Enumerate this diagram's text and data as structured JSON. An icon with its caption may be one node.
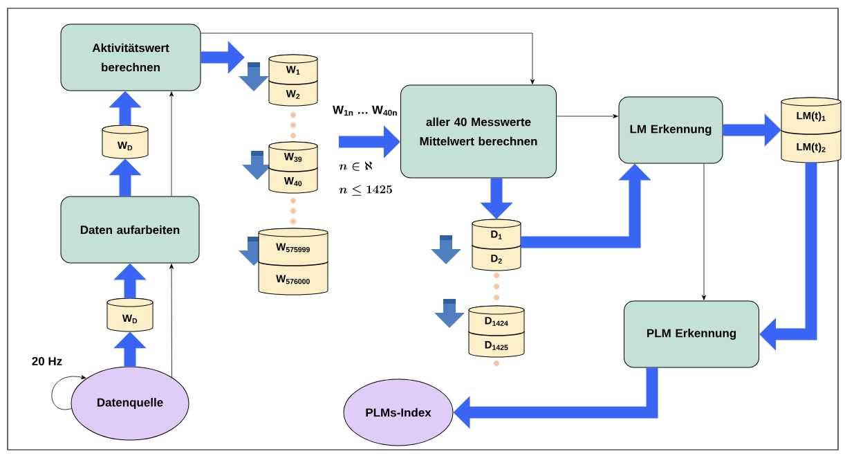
{
  "diagram": {
    "nodes": [
      {
        "text": [
          "Aktivitätswert berechnen"
        ]
      },
      {
        "text": [
          "W$_{D}$"
        ]
      },
      {
        "text": [
          "Daten aufarbeiten"
        ]
      },
      {
        "text": [
          "W$_{D}$"
        ]
      },
      {
        "text": [
          "Datenquelle"
        ]
      },
      {
        "text": [
          "W$_{1}$",
          "W$_{2}$"
        ]
      },
      {
        "text": [
          "W$_{39}$",
          "W$_{40}$"
        ]
      },
      {
        "text": [
          "W$_{575999}$",
          "W$_{576000}$"
        ]
      },
      {
        "text": [
          "aller 40 Messwerte Mittelwert berechnen"
        ]
      },
      {
        "text": [
          "LM Erkennung"
        ]
      },
      {
        "text": [
          "LM(t)$_{1}$",
          "LM(t)$_{2}$"
        ]
      },
      {
        "text": [
          "D$_{1}$",
          "D$_{2}$"
        ]
      },
      {
        "text": [
          "D$_{1424}$",
          "D$_{1425}$"
        ]
      },
      {
        "text": [
          "PLM Erkennung"
        ]
      },
      {
        "text": [
          "PLMs-Index"
        ]
      }
    ],
    "edges": [
      {
        "from": 4,
        "to": 3,
        "arrow": "to"
      },
      {
        "from": 3,
        "to": 2,
        "arrow": "to"
      },
      {
        "from": 2,
        "to": 1,
        "arrow": "to"
      },
      {
        "from": 1,
        "to": 0,
        "arrow": "to"
      },
      {
        "from": 0,
        "to": 5,
        "arrow": "to"
      },
      {
        "from": null,
        "to": 8,
        "arrow": "to",
        "label": "W$_{1n}$ … W$_{40n}$"
      },
      {
        "from": 8,
        "to": 11,
        "arrow": "to"
      },
      {
        "from": 11,
        "to": 9,
        "arrow": "to"
      },
      {
        "from": 9,
        "to": 10,
        "arrow": "to"
      },
      {
        "from": 10,
        "to": 13,
        "arrow": "to"
      },
      {
        "from": 13,
        "to": 14,
        "arrow": "to"
      },
      {
        "from": 4,
        "to": 4,
        "arrow": "to",
        "label": "20 Hz",
        "color": "#000000"
      },
      {
        "from": 4,
        "to": 2,
        "arrow": "to",
        "color": "#000000"
      },
      {
        "from": 2,
        "to": 0,
        "arrow": "to",
        "color": "#000000"
      },
      {
        "from": 0,
        "to": 8,
        "arrow": "to",
        "color": "#000000"
      },
      {
        "from": 8,
        "to": 9,
        "arrow": "to",
        "color": "#000000"
      },
      {
        "from": 9,
        "to": 13,
        "arrow": "to",
        "color": "#000000"
      }
    ],
    "labels": [
      "n \\in \\aleph",
      "n \\leq 1425"
    ]
  }
}
